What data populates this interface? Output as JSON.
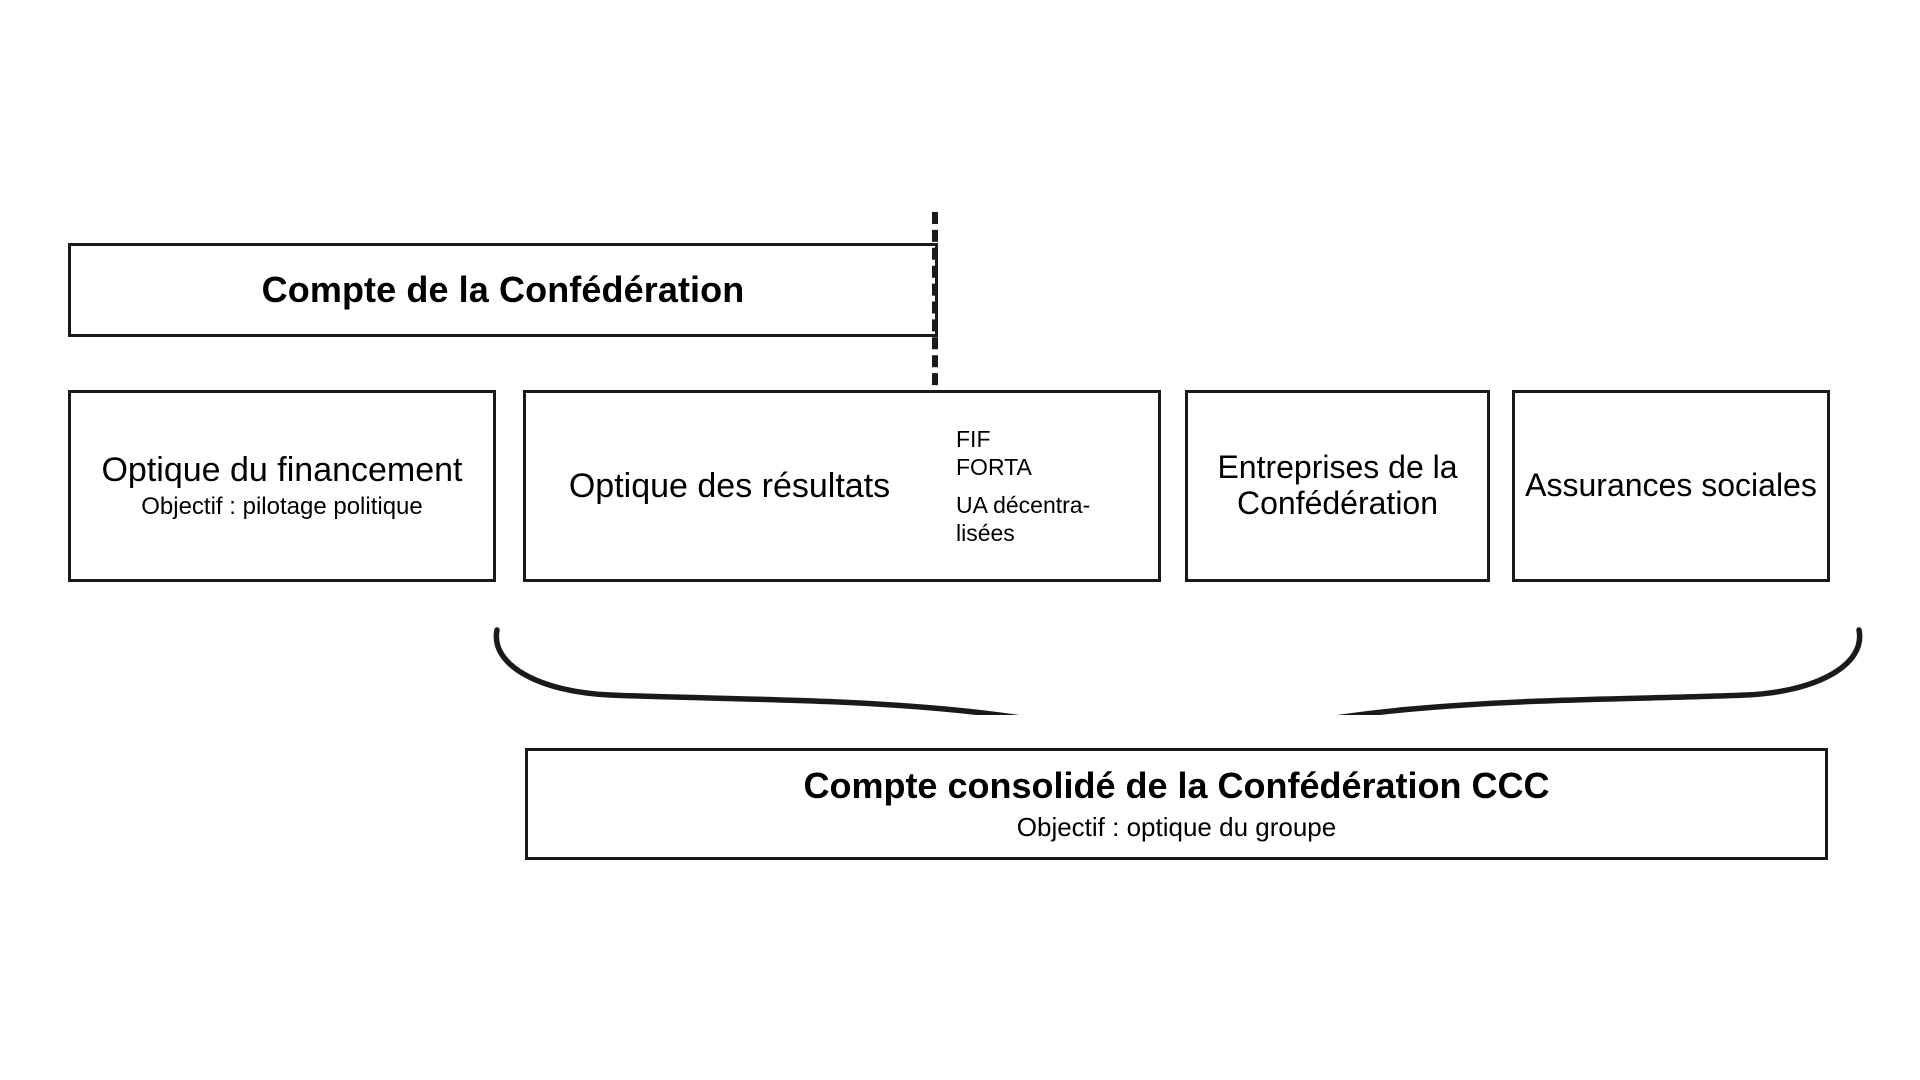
{
  "diagram": {
    "header_box": {
      "title": "Compte de la Confédération"
    },
    "columns": [
      {
        "id": "financement",
        "main": "Optique du financement",
        "sub": "Objectif : pilotage politique"
      },
      {
        "id": "resultats",
        "main": "Optique des résultats",
        "annex_items": [
          "FIF",
          "FORTA",
          "UA décentra-\nlisées"
        ]
      },
      {
        "id": "entreprises",
        "main": "Entreprises de la Confédération"
      },
      {
        "id": "assurances",
        "main": "Assurances sociales"
      }
    ],
    "consolidated_box": {
      "title": "Compte consolidé de la Confédération CCC",
      "sub": "Objectif : optique du groupe"
    },
    "colors": {
      "stroke": "#1a1a1a",
      "background": "#ffffff",
      "text": "#000000"
    }
  }
}
